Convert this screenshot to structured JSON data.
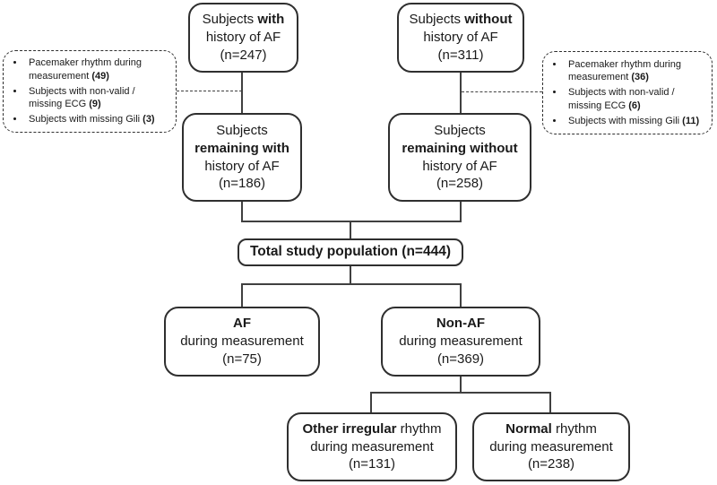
{
  "colors": {
    "background": "#ffffff",
    "box_border": "#2f2f2f",
    "connector_line": "#404040",
    "text": "#1a1a1a"
  },
  "boxes": {
    "subjects_with": {
      "pre": "Subjects ",
      "bold": "with",
      "line2": "history of AF",
      "count": "(n=247)"
    },
    "subjects_without": {
      "pre": "Subjects ",
      "bold": "without",
      "line2": "history of AF",
      "count": "(n=311)"
    },
    "remaining_with": {
      "line1": "Subjects",
      "bold": "remaining with",
      "line3": "history of AF",
      "count": "(n=186)"
    },
    "remaining_without": {
      "line1": "Subjects",
      "bold": "remaining without",
      "line3": "history of AF",
      "count": "(n=258)"
    },
    "total": {
      "label": "Total study population (n=444)"
    },
    "af": {
      "bold": "AF",
      "line2": "during measurement",
      "count": "(n=75)"
    },
    "non_af": {
      "bold": "Non-AF",
      "line2": "during measurement",
      "count": "(n=369)"
    },
    "other_irregular": {
      "bold": "Other irregular",
      "rest": " rhythm",
      "line2": "during measurement",
      "count": "(n=131)"
    },
    "normal": {
      "bold": "Normal",
      "rest": " rhythm",
      "line2": "during measurement",
      "count": "(n=238)"
    }
  },
  "exclusions": {
    "left": {
      "items": [
        {
          "pre": "Pacemaker rhythm during measurement ",
          "bold": "(49)"
        },
        {
          "pre": "Subjects with non-valid / missing ECG ",
          "bold": "(9)"
        },
        {
          "pre": "Subjects with missing Gili ",
          "bold": "(3)"
        }
      ]
    },
    "right": {
      "items": [
        {
          "pre": "Pacemaker rhythm during measurement ",
          "bold": "(36)"
        },
        {
          "pre": "Subjects with non-valid / missing ECG ",
          "bold": "(6)"
        },
        {
          "pre": "Subjects with missing Gili ",
          "bold": "(11)"
        }
      ]
    }
  }
}
